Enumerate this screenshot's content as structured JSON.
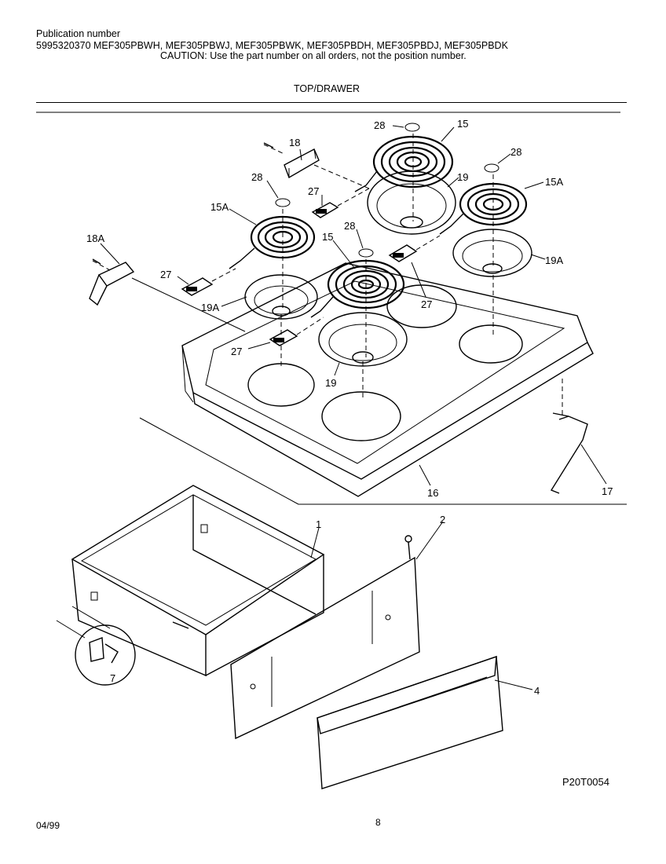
{
  "header": {
    "publication_label": "Publication number",
    "publication_line": "5995320370 MEF305PBWH, MEF305PBWJ, MEF305PBWK, MEF305PBDH, MEF305PBDJ, MEF305PBDK",
    "caution": "CAUTION:  Use the part number on all orders, not the position number.",
    "section_title": "TOP/DRAWER"
  },
  "callouts": {
    "c28a": "28",
    "c15a": "15",
    "c28b": "28",
    "c18": "18",
    "c27a": "27",
    "c19a": "19",
    "c15Aa": "15A",
    "c28c": "28",
    "c15Ab": "15A",
    "c18A": "18A",
    "c28d": "28",
    "c15b": "15",
    "c19Aa": "19A",
    "c27b": "27",
    "c19Ab": "19A",
    "c27c": "27",
    "c27d": "27",
    "c19b": "19",
    "c16": "16",
    "c17": "17",
    "c1": "1",
    "c2": "2",
    "c7": "7",
    "c4": "4"
  },
  "footer": {
    "reference_code": "P20T0054",
    "date": "04/99",
    "page": "8"
  }
}
